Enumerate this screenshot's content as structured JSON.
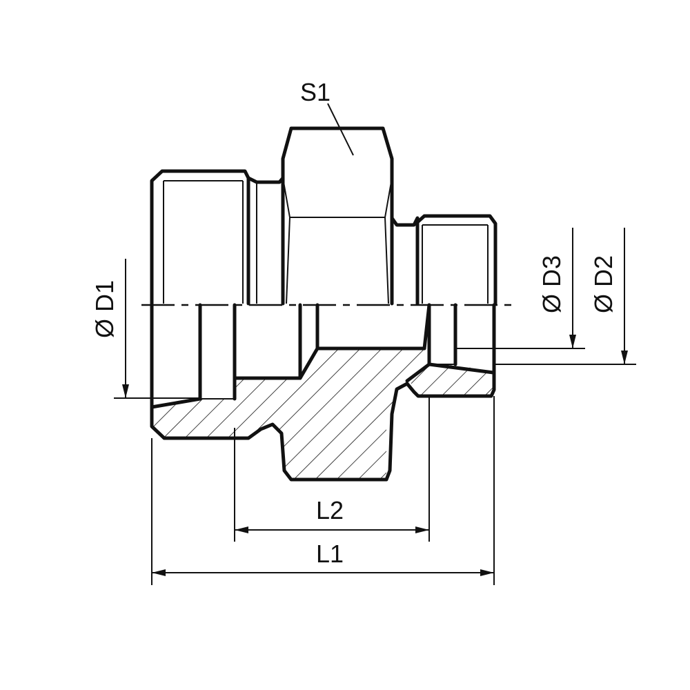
{
  "drawing": {
    "labels": {
      "s1": "S1",
      "d1": "Ø D1",
      "d2": "Ø D2",
      "d3": "Ø D3",
      "l1": "L1",
      "l2": "L2"
    }
  }
}
